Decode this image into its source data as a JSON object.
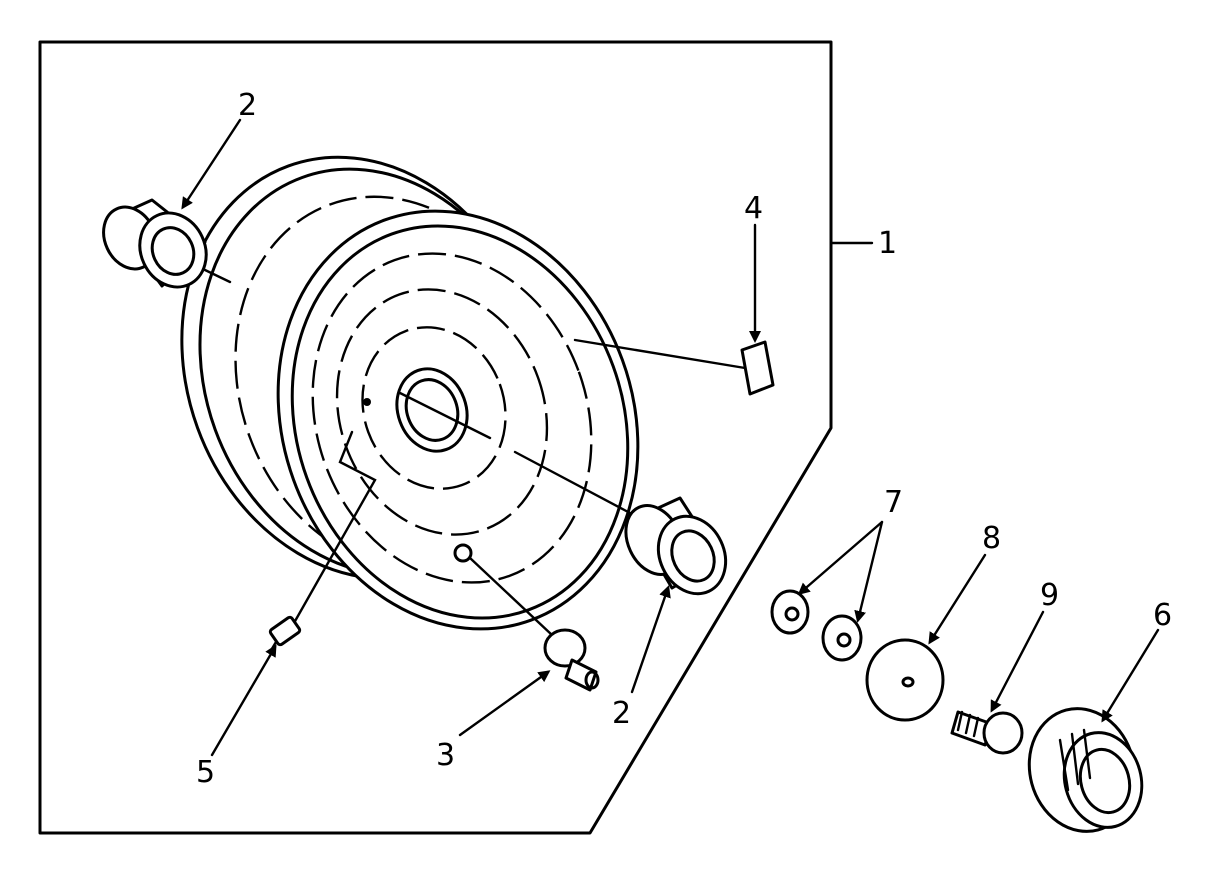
{
  "callouts": {
    "c1": "1",
    "c2_top": "2",
    "c2_bottom": "2",
    "c3": "3",
    "c4": "4",
    "c5": "5",
    "c6": "6",
    "c7": "7",
    "c8": "8",
    "c9": "9"
  }
}
